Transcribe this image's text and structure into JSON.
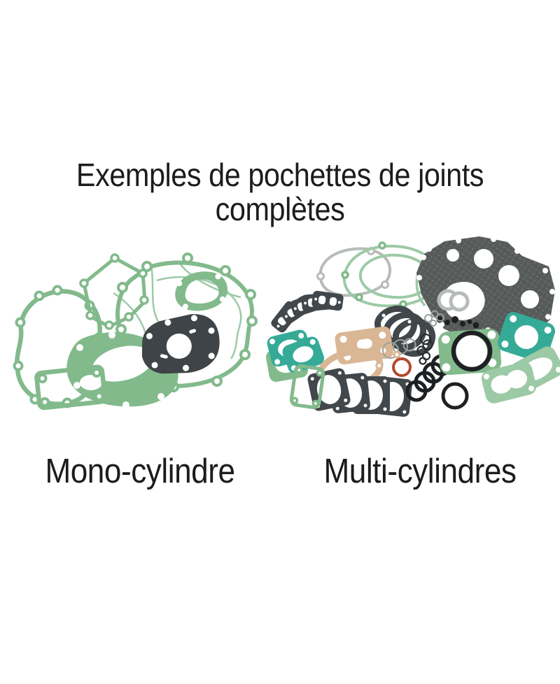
{
  "title": {
    "line1": "Exemples de pochettes de joints",
    "line2": "complètes"
  },
  "captions": {
    "mono": "Mono-cylindre",
    "multi": "Multi-cylindres"
  },
  "colors": {
    "background": "#ffffff",
    "text": "#1c1c1c",
    "gasket_green": "#82ba8c",
    "gasket_green_light": "#9ccaa6",
    "gasket_teal": "#35ab97",
    "gasket_graphite": "#585d5b",
    "gasket_dark": "#3e4447",
    "gasket_dark2": "#42474b",
    "gasket_tan": "#d9b795",
    "gasket_gray": "#b7bcb8",
    "oring_black": "#1e2123",
    "oring_red": "#b5492e"
  }
}
